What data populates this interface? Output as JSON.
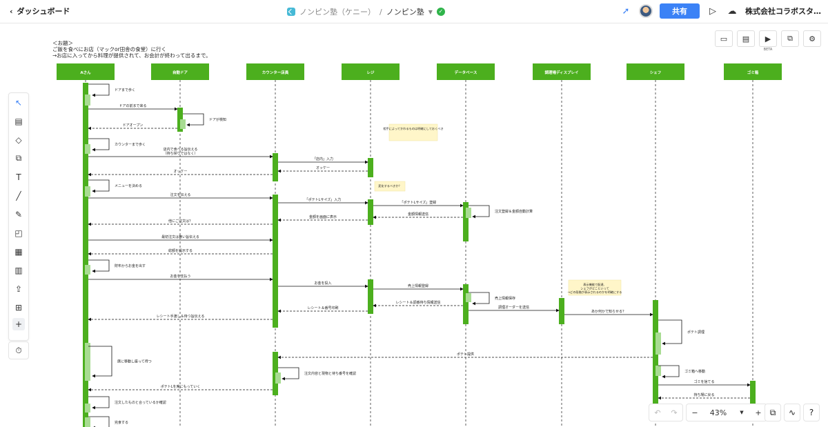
{
  "topbar": {
    "back_label": "ダッシュボード",
    "breadcrumb_parent": "ノンピン塾（ケニー）",
    "breadcrumb_sep": "/",
    "breadcrumb_current": "ノンピン塾",
    "share_label": "共有",
    "company": "株式会社コラボスタ…"
  },
  "note_text": "＜お題＞\nご飯を食べにお店（マックor田舎の食堂）に行く\n→お店に入ってから料理が提供されて、お会計が終わって出るまで。",
  "zoom": {
    "value": "43%",
    "minus": "−",
    "plus": "+"
  },
  "diagram": {
    "actors": [
      "Aさん",
      "自動ドア",
      "カウンター店員",
      "レジ",
      "データベース",
      "調理場ディスプレイ",
      "シェフ",
      "ゴミ箱"
    ],
    "messages": [
      "ドアまで歩く",
      "ドアの前まで来る",
      "ドアが検知",
      "ドアオープン",
      "カウンターまで歩く",
      "店内で食べる旨伝える\n（持ち帰りではなく）",
      "「店内」入力",
      "オッケー",
      "オッケー",
      "メニューを決める",
      "注文を伝える",
      "「ポテトLサイズ」入力",
      "「ポテトLサイズ」登録",
      "注文登録＆金額自動計算",
      "金額情報送信",
      "金額を画面に表示",
      "他にご注文は？",
      "最初注文は無い旨伝える",
      "総額を提示する",
      "財布からお金を出す",
      "お金を支払う",
      "お金を投入",
      "売上情報登録",
      "売上情報保存",
      "レシート＆調番待ち情報送信",
      "レシート＆番号印刷",
      "レシート手渡し＆待つ旨伝える",
      "調理オーダーを送信",
      "あか何かで知らせる？",
      "ポテト調理",
      "ポテト提供",
      "席に移動し座って待つ",
      "ゴミ箱へ移動",
      "注文内容と現物と待ち番号を確認",
      "ポテトLを席にもっていく",
      "ゴミを捨てる",
      "持ち場に戻る",
      "注文したものと合っているか確認",
      "完食する"
    ],
    "sticky_notes": [
      "相手によってかわるものは明確にしておくべき",
      "変化するべきか？",
      "表示機能で配達、\nシェフがどこといって\n→どの段階が表示されるのかを明確にする"
    ]
  }
}
